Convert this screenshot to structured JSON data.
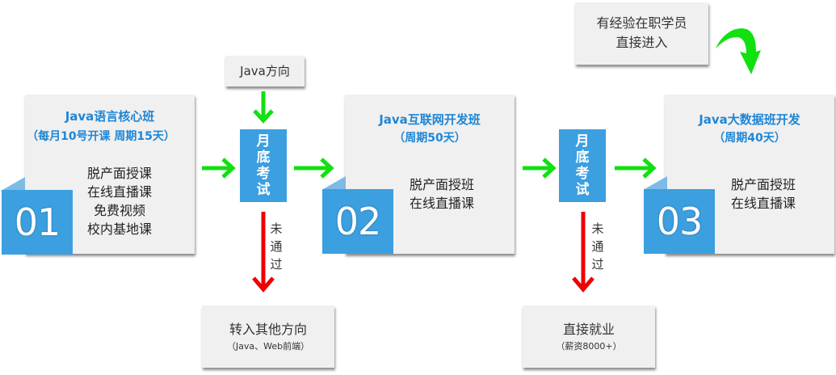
{
  "colors": {
    "accent_blue": "#3b9fe0",
    "title_blue": "#1f86d6",
    "card_bg": "#f0f0f0",
    "arrow_green": "#11e011",
    "arrow_red": "#ee0000"
  },
  "stages": [
    {
      "number": "01",
      "title": "Java语言核心班",
      "subtitle": "（每月10号开课  周期15天）",
      "items": [
        "脱产面授课",
        "在线直播课",
        "免费视频",
        "校内基地课"
      ]
    },
    {
      "number": "02",
      "title": "Java互联网开发班",
      "subtitle": "（周期50天）",
      "items": [
        "脱产面授班",
        "在线直播课"
      ]
    },
    {
      "number": "03",
      "title": "Java大数据班开发",
      "subtitle": "（周期40天）",
      "items": [
        "脱产面授班",
        "在线直播课"
      ]
    }
  ],
  "exams": [
    {
      "chars": [
        "月",
        "底",
        "考",
        "试"
      ]
    },
    {
      "chars": [
        "月",
        "底",
        "考",
        "试"
      ]
    }
  ],
  "entry_boxes": {
    "java_direction": "Java方向",
    "experienced": [
      "有经验在职学员",
      "直接进入"
    ]
  },
  "fail_label": [
    "未",
    "通",
    "过"
  ],
  "outcomes": [
    {
      "title": "转入其他方向",
      "note": "（Java、Web前端）"
    },
    {
      "title": "直接就业",
      "note": "（薪资8000+）"
    }
  ],
  "icons": {
    "flow_arrow": "arrow-right-icon",
    "down_arrow": "arrow-down-icon",
    "fail_arrow": "red-arrow-down-icon",
    "curved_arrow": "curved-arrow-icon"
  }
}
